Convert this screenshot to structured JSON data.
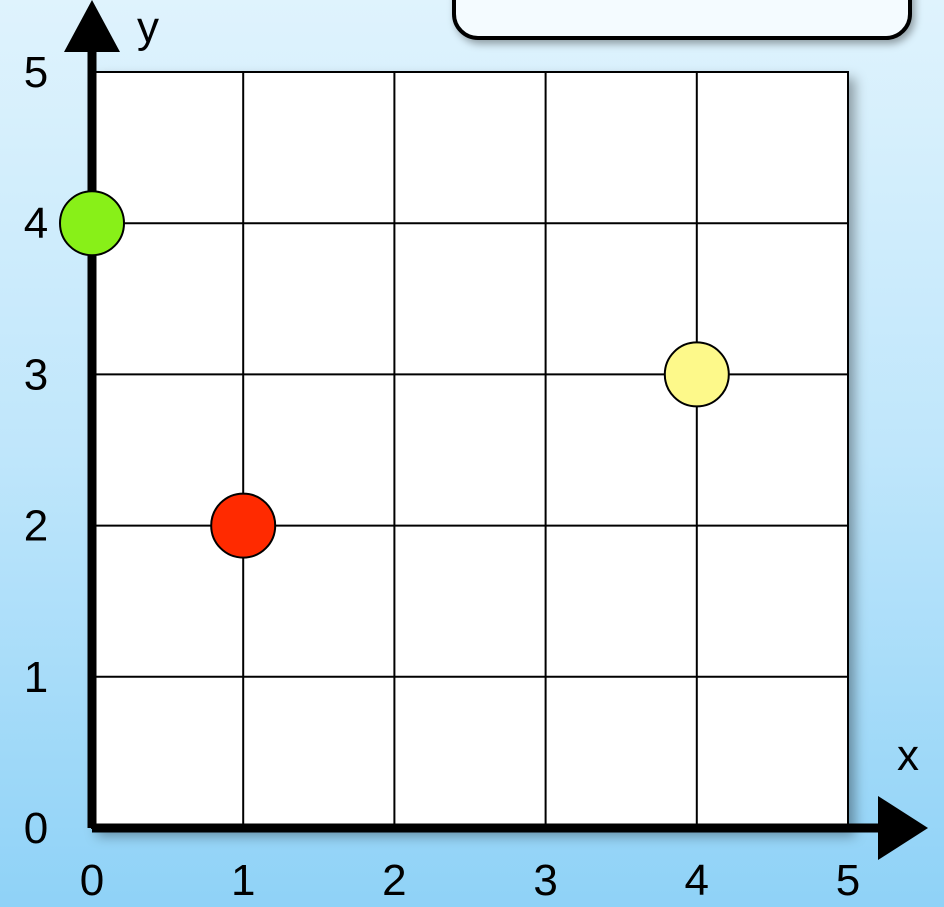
{
  "chart_data": {
    "type": "scatter",
    "xlabel": "x",
    "ylabel": "y",
    "xlim": [
      0,
      5
    ],
    "ylim": [
      0,
      5
    ],
    "grid": true,
    "x_ticks": [
      "0",
      "1",
      "2",
      "3",
      "4",
      "5"
    ],
    "y_ticks": [
      "0",
      "1",
      "2",
      "3",
      "4",
      "5"
    ],
    "points": [
      {
        "x": 0,
        "y": 4,
        "color": "#88f018"
      },
      {
        "x": 1,
        "y": 2,
        "color": "#ff2a00"
      },
      {
        "x": 4,
        "y": 3,
        "color": "#fdf98a"
      }
    ]
  }
}
